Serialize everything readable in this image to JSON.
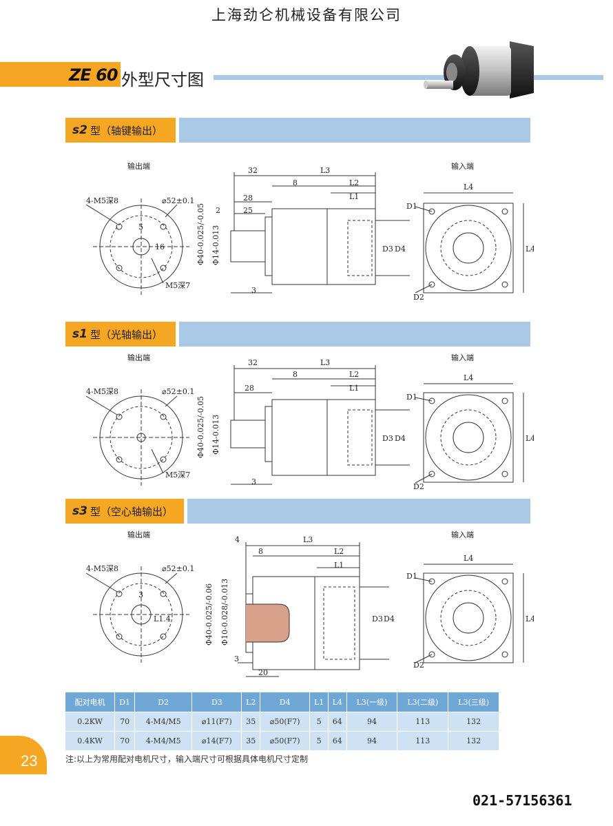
{
  "header": {
    "company": "上海劲仑机械设备有限公司"
  },
  "title": {
    "model": "ZE 60",
    "text": "外型尺寸图"
  },
  "sections": [
    {
      "code": "s2",
      "name": "型（轴键输出）"
    },
    {
      "code": "s1",
      "name": "型（光轴输出）"
    },
    {
      "code": "s3",
      "name": "型（空心轴输出）"
    }
  ],
  "labels": {
    "output_end": "输出端",
    "input_end": "输入端",
    "holes": "4-M5深8",
    "pcd": "⌀52±0.1",
    "m5": "M5深7",
    "d1": "D1",
    "d2": "D2",
    "d3": "D3",
    "d4": "D4",
    "l1": "L1",
    "l2": "L2",
    "l3": "L3",
    "l4": "L4",
    "dim_32": "32",
    "dim_28": "28",
    "dim_25": "25",
    "dim_8": "8",
    "dim_2": "2",
    "dim_3": "3",
    "dim_5": "5",
    "dim_16": "16",
    "dim_4": "4",
    "dim_20": "20",
    "dim_l14": "L1.4",
    "phi40": "Φ40-0.025/-0.05",
    "phi14": "Φ14-0.013",
    "phi10": "Φ10-0.028/-0.013",
    "phi40b": "Φ40-0.025/-0.06"
  },
  "table": {
    "headers": [
      "配对电机",
      "D1",
      "D2",
      "D3",
      "L2",
      "D4",
      "L1",
      "L4",
      "L3(一级)",
      "L3(二级)",
      "L3(三级)"
    ],
    "rows": [
      [
        "0.2KW",
        "70",
        "4-M4/M5",
        "⌀11(F7)",
        "35",
        "⌀50(F7)",
        "5",
        "64",
        "94",
        "113",
        "132"
      ],
      [
        "0.4KW",
        "70",
        "4-M4/M5",
        "⌀14(F7)",
        "35",
        "⌀50(F7)",
        "5",
        "64",
        "94",
        "113",
        "132"
      ]
    ]
  },
  "page_number": "23",
  "note": "注:以上为常用配对电机尺寸，输入端尺寸可根据具体电机尺寸定制",
  "phone": "021-57156361",
  "colors": {
    "orange": "#f5a623",
    "blue": "#a9c9e6",
    "table_head": "#6fa8d6",
    "table_body": "#cfe2f3"
  }
}
